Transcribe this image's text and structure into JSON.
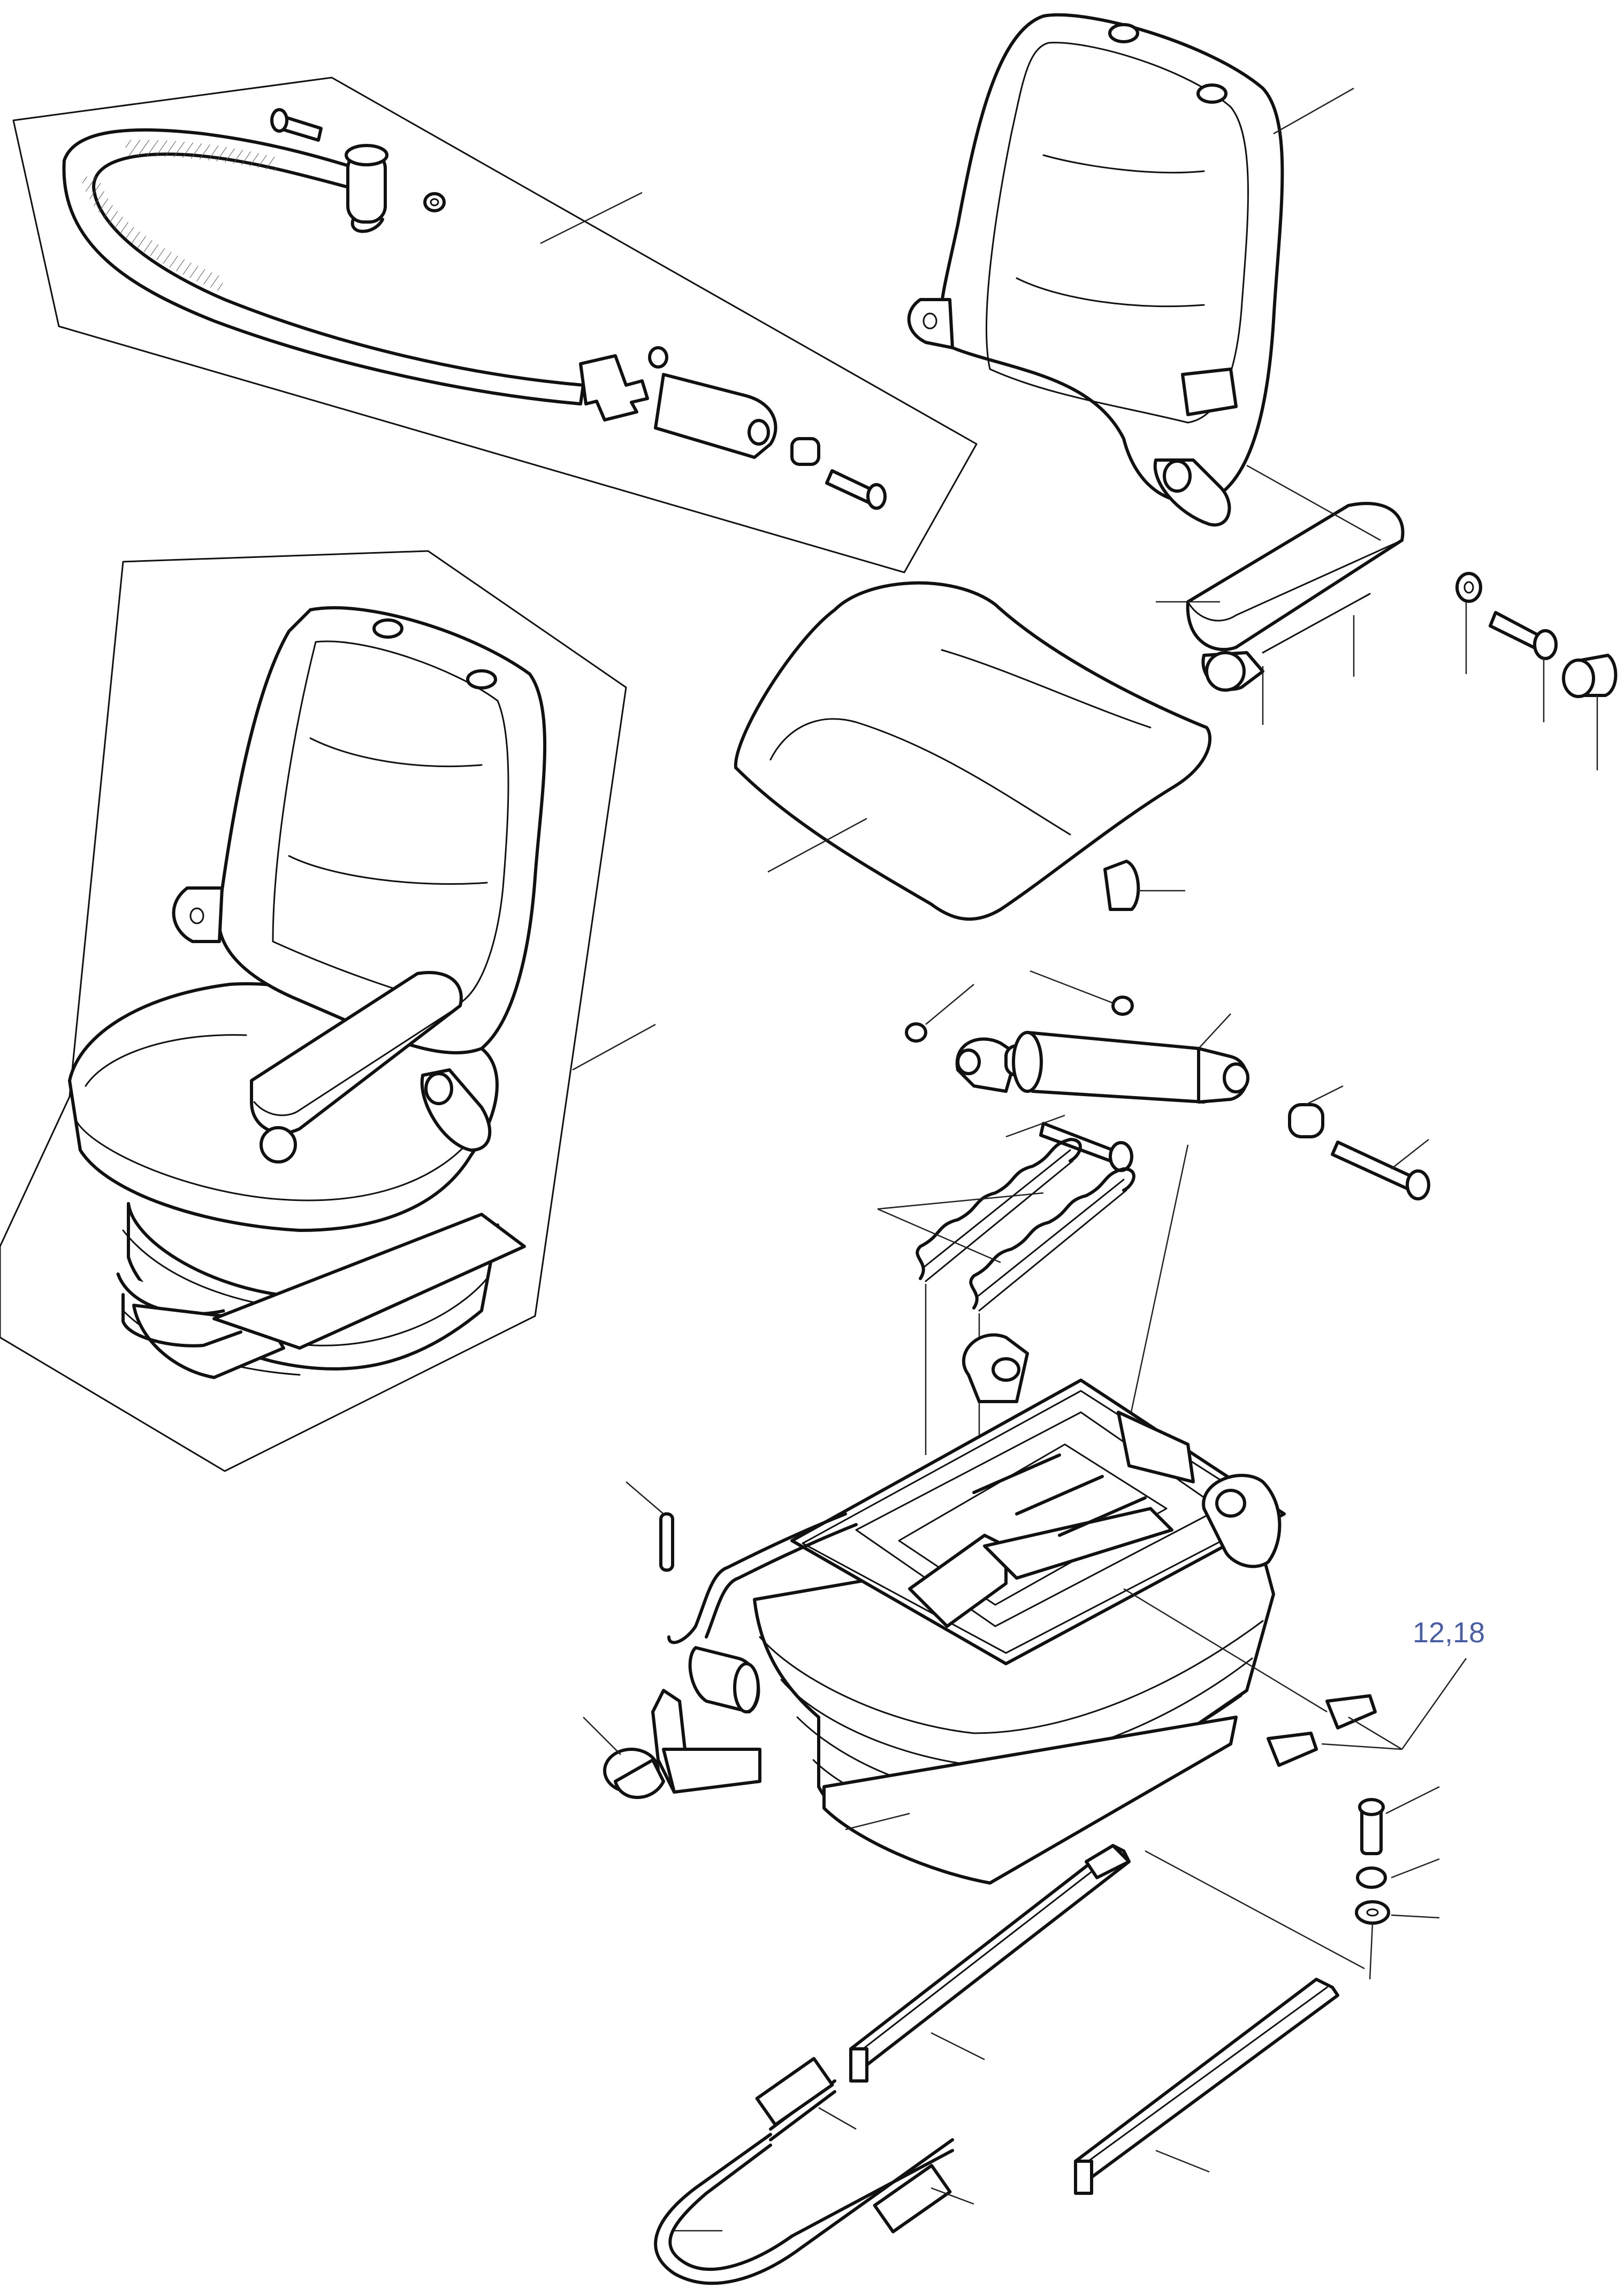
{
  "callouts": [
    {
      "id": "seat-belt-group",
      "text": ""
    },
    {
      "id": "bracket-pair",
      "text": "12,18"
    }
  ],
  "colors": {
    "line": "#111111",
    "callout_text": "#4a5fa3",
    "background": "#ffffff"
  }
}
